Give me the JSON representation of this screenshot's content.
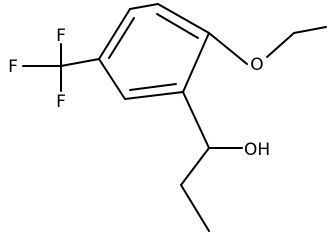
{
  "molecule": {
    "atoms": {
      "f_top": "F",
      "f_left": "F",
      "f_bottom": "F",
      "o_ether": "O",
      "oh": "OH"
    },
    "colors": {
      "bond": "#000000",
      "label": "#000000",
      "background": "#ffffff"
    }
  }
}
